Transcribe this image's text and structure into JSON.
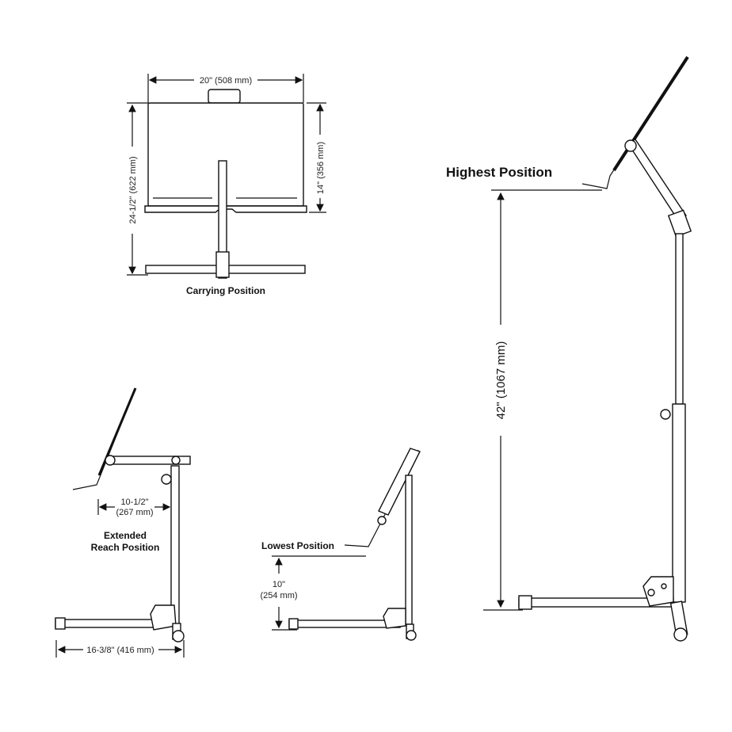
{
  "carrying": {
    "label": "Carrying Position",
    "width_dim": "20\" (508 mm)",
    "height_dim": "24-1/2\" (622 mm)",
    "desk_height_dim": "14\" (356 mm)"
  },
  "highest": {
    "label": "Highest Position",
    "height_dim": "42\" (1067 mm)"
  },
  "extended": {
    "label_line1": "Extended",
    "label_line2": "Reach Position",
    "reach_dim_line1": "10-1/2\"",
    "reach_dim_line2": "(267 mm)",
    "base_dim": "16-3/8\" (416 mm)"
  },
  "lowest": {
    "label": "Lowest Position",
    "height_dim_line1": "10\"",
    "height_dim_line2": "(254 mm)"
  }
}
